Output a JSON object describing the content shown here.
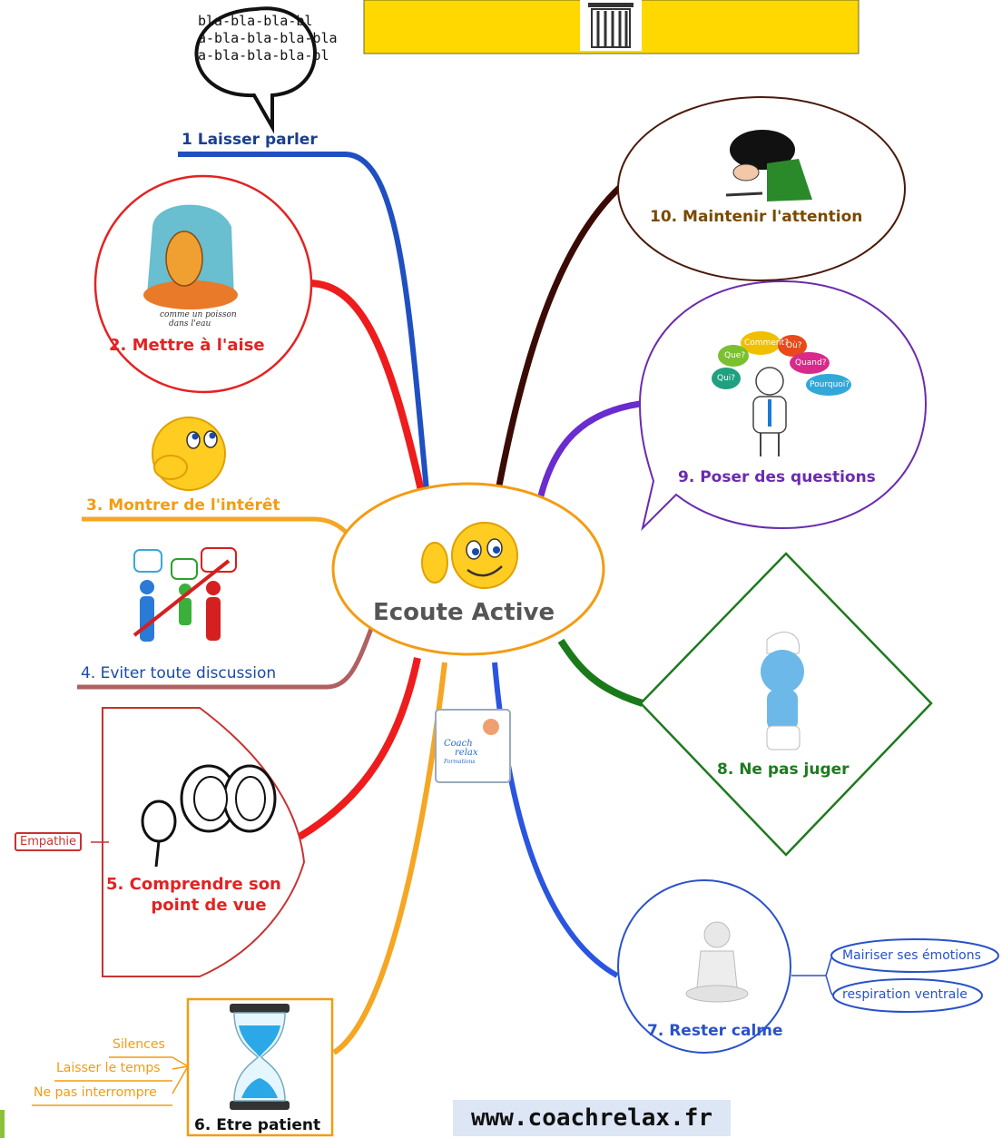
{
  "central": {
    "title": "Ecoute Active"
  },
  "branches": [
    {
      "id": 1,
      "label": "1 Laisser parler",
      "color": "#1a4aa6"
    },
    {
      "id": 2,
      "label": "2. Mettre à l'aise",
      "color": "#e32222"
    },
    {
      "id": 3,
      "label": "3. Montrer de l'intérêt",
      "color": "#f39c12"
    },
    {
      "id": 4,
      "label": "4. Eviter toute discussion",
      "color": "#1a4aa6"
    },
    {
      "id": 5,
      "label_line1": "5. Comprendre son",
      "label_line2": "point de vue",
      "color": "#e32222"
    },
    {
      "id": 6,
      "label": "6. Etre patient",
      "color": "#111111"
    },
    {
      "id": 7,
      "label": "7. Rester calme",
      "color": "#2952c9"
    },
    {
      "id": 8,
      "label": "8. Ne pas juger",
      "color": "#1e7a1e"
    },
    {
      "id": 9,
      "label": "9. Poser des questions",
      "color": "#6a2bb0"
    },
    {
      "id": 10,
      "label": "10. Maintenir l'attention",
      "color": "#7a4a00"
    }
  ],
  "speech_bubble_text": [
    "bla-bla-bla-bl",
    "a-bla-bla-bla-bla",
    "a-bla-bla-bla-bl"
  ],
  "question_bubbles": [
    "Comment?",
    "Où?",
    "Que?",
    "Quand?",
    "Qui?",
    "Pourquoi?"
  ],
  "fish_caption": [
    "comme un poisson",
    "dans l'eau"
  ],
  "sub_items": {
    "empathie": "Empathie",
    "patient": [
      "Silences",
      "Laisser le temps",
      "Ne pas interrompre"
    ],
    "calme": [
      "Mairiser ses émotions",
      "respiration ventrale"
    ]
  },
  "logo": {
    "line1": "Coach",
    "line2": "relax",
    "line3": "Formations"
  },
  "website": "www.coachrelax.fr"
}
